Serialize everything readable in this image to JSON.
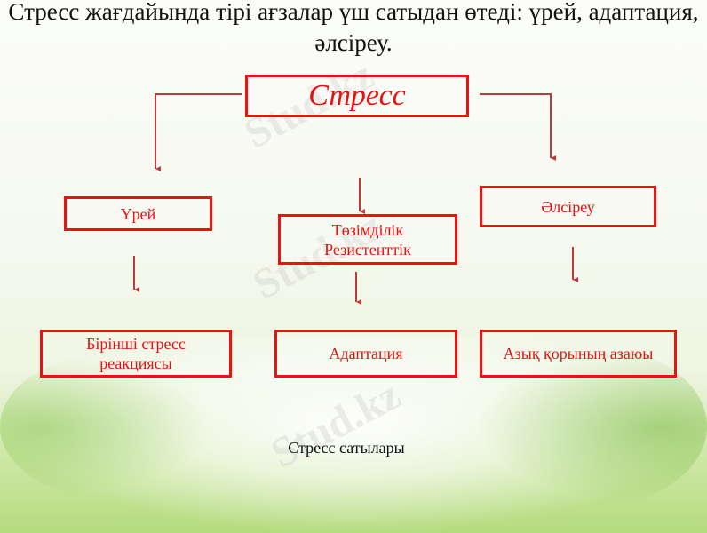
{
  "title": "Стресс жағдайында тірі ағзалар үш сатыдан өтеді: үрей, адаптация, әлсіреу.",
  "diagram": {
    "root": "Стресс",
    "stages": [
      {
        "label": "Үрей",
        "result": "Бірінші стресс реакциясы"
      },
      {
        "label": "Төзімділік Резистенттік",
        "result": "Адаптация"
      },
      {
        "label": "Әлсіреу",
        "result": "Азық қорының азаюы"
      }
    ],
    "box_color": "#f01010",
    "arrow_color": "#c0393b"
  },
  "caption": "Стресс сатылары",
  "watermark": "Stud.kz - Stud.kz"
}
